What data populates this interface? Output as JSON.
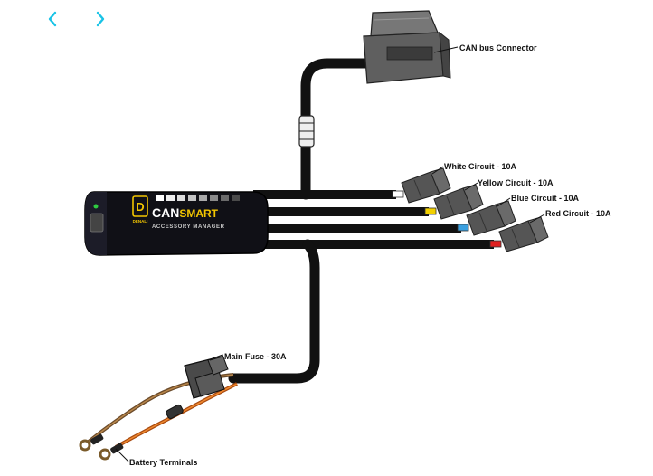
{
  "nav": {
    "prev_icon": "chevron-left-icon",
    "next_icon": "chevron-right-icon",
    "accent": "#19c3e6"
  },
  "product": {
    "logo_letter": "D",
    "logo_sub": "DENALI",
    "name_prefix": "CAN",
    "name_suffix": "SMART",
    "tagline": "ACCESSORY MANAGER",
    "brand_color": "#f2c500"
  },
  "labels": {
    "can_bus": "CAN bus Connector",
    "white": "White Circuit - 10A",
    "yellow": "Yellow Circuit - 10A",
    "blue": "Blue Circuit - 10A",
    "red": "Red Circuit - 10A",
    "fuse": "Main Fuse - 30A",
    "battery": "Battery Terminals"
  },
  "wire_colors": {
    "white": "#ffffff",
    "yellow": "#f2d000",
    "blue": "#3aa0e0",
    "red": "#e02020"
  }
}
